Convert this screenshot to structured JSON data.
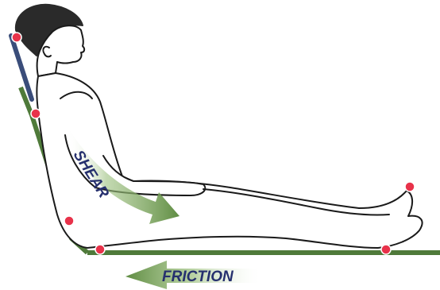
{
  "labels": {
    "shear": "SHEAR",
    "friction": "FRICTION"
  },
  "colors": {
    "bed_frame": "#4f7a3a",
    "backrest_upper": "#3a4d7a",
    "pressure_point": "#e8324a",
    "arrow_fill": "#6f9a4f",
    "label_text": "#26306e",
    "body_outline": "#1a1a1a",
    "hair": "#2a2a2a"
  },
  "pressure_points": [
    "head",
    "upper-back",
    "sacrum",
    "heel",
    "toes",
    "lower-back"
  ]
}
